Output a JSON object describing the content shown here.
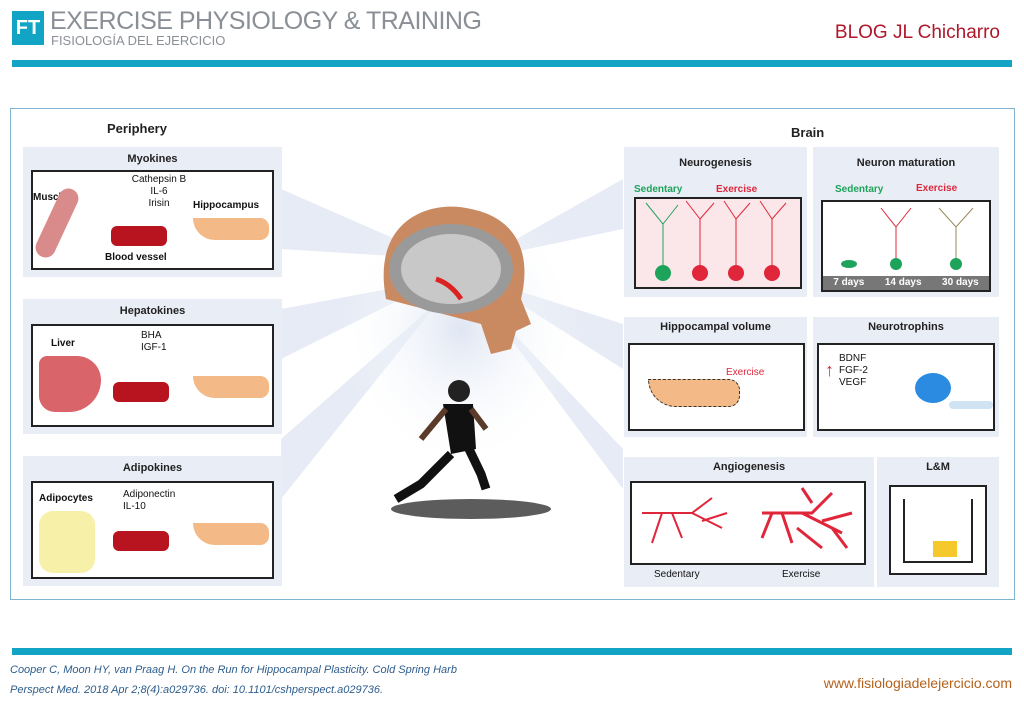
{
  "header": {
    "logo_mark": "FT",
    "title": "EXERCISE PHYSIOLOGY & TRAINING",
    "subtitle": "FISIOLOGÍA DEL EJERCICIO",
    "blog": "BLOG JL Chicharro"
  },
  "figure": {
    "periphery": {
      "heading": "Periphery",
      "myokines": {
        "title": "Myokines",
        "source": "Muscle",
        "factors": [
          "Cathepsin B",
          "IL-6",
          "Irisin"
        ],
        "vessel": "Blood vessel",
        "target": "Hippocampus"
      },
      "hepatokines": {
        "title": "Hepatokines",
        "source": "Liver",
        "factors": [
          "BHA",
          "IGF-1"
        ]
      },
      "adipokines": {
        "title": "Adipokines",
        "source": "Adipocytes",
        "factors": [
          "Adiponectin",
          "IL-10"
        ]
      }
    },
    "brain": {
      "heading": "Brain",
      "neurogenesis": {
        "title": "Neurogenesis",
        "sedentary": "Sedentary",
        "exercise": "Exercise"
      },
      "maturation": {
        "title": "Neuron maturation",
        "sedentary": "Sedentary",
        "exercise": "Exercise",
        "days": [
          "7 days",
          "14 days",
          "30 days"
        ]
      },
      "volume": {
        "title": "Hippocampal volume",
        "exercise": "Exercise"
      },
      "neurotrophins": {
        "title": "Neurotrophins",
        "factors": [
          "BDNF",
          "FGF-2",
          "VEGF"
        ]
      },
      "angiogenesis": {
        "title": "Angiogenesis",
        "sedentary": "Sedentary",
        "exercise": "Exercise"
      },
      "lm": {
        "title": "L&M"
      }
    }
  },
  "footer": {
    "citation_line1": "Cooper C, Moon HY, van Praag H. On the Run for Hippocampal Plasticity. Cold Spring Harb",
    "citation_line2": "Perspect Med. 2018 Apr 2;8(4):a029736. doi: 10.1101/cshperspect.a029736.",
    "website": "www.fisiologiadelejercicio.com"
  },
  "colors": {
    "teal": "#12a4c4",
    "blog_red": "#b0172a",
    "sedentary_green": "#1ea35a",
    "exercise_red": "#e0263a"
  }
}
